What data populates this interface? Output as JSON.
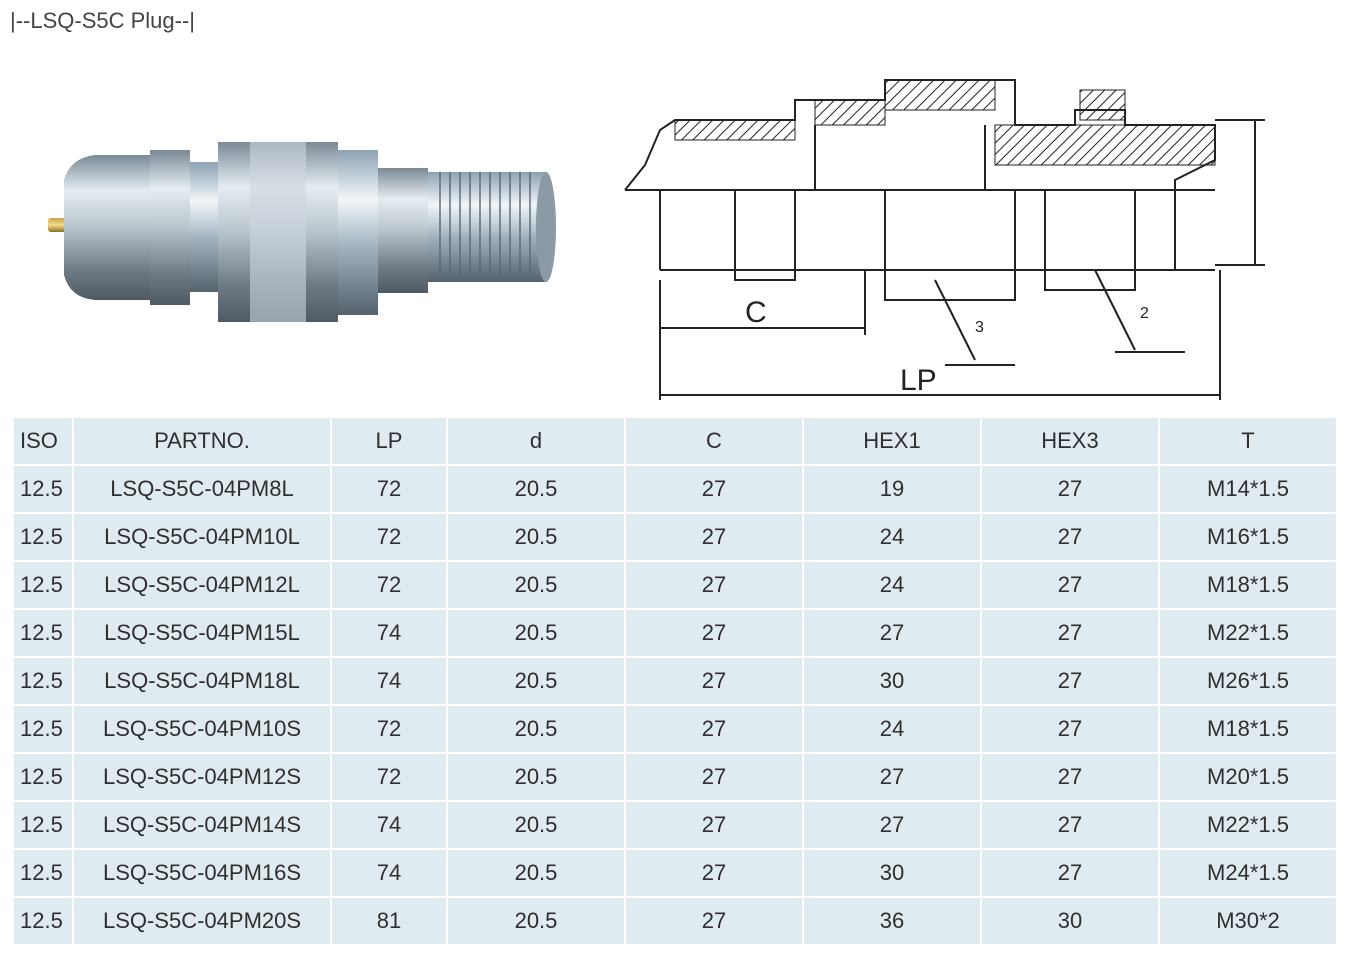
{
  "title": "|--LSQ-S5C Plug--|",
  "drawing": {
    "labels": [
      "C",
      "LP",
      "3",
      "2"
    ]
  },
  "table": {
    "headers": [
      "ISO",
      "PARTNO.",
      "LP",
      "d",
      "C",
      "HEX1",
      "HEX3",
      "T"
    ],
    "rows": [
      [
        "12.5",
        "LSQ-S5C-04PM8L",
        "72",
        "20.5",
        "27",
        "19",
        "27",
        "M14*1.5"
      ],
      [
        "12.5",
        "LSQ-S5C-04PM10L",
        "72",
        "20.5",
        "27",
        "24",
        "27",
        "M16*1.5"
      ],
      [
        "12.5",
        "LSQ-S5C-04PM12L",
        "72",
        "20.5",
        "27",
        "24",
        "27",
        "M18*1.5"
      ],
      [
        "12.5",
        "LSQ-S5C-04PM15L",
        "74",
        "20.5",
        "27",
        "27",
        "27",
        "M22*1.5"
      ],
      [
        "12.5",
        "LSQ-S5C-04PM18L",
        "74",
        "20.5",
        "27",
        "30",
        "27",
        "M26*1.5"
      ],
      [
        "12.5",
        "LSQ-S5C-04PM10S",
        "72",
        "20.5",
        "27",
        "24",
        "27",
        "M18*1.5"
      ],
      [
        "12.5",
        "LSQ-S5C-04PM12S",
        "72",
        "20.5",
        "27",
        "27",
        "27",
        "M20*1.5"
      ],
      [
        "12.5",
        "LSQ-S5C-04PM14S",
        "74",
        "20.5",
        "27",
        "27",
        "27",
        "M22*1.5"
      ],
      [
        "12.5",
        "LSQ-S5C-04PM16S",
        "74",
        "20.5",
        "27",
        "30",
        "27",
        "M24*1.5"
      ],
      [
        "12.5",
        "LSQ-S5C-04PM20S",
        "81",
        "20.5",
        "27",
        "36",
        "30",
        "M30*2"
      ]
    ]
  }
}
